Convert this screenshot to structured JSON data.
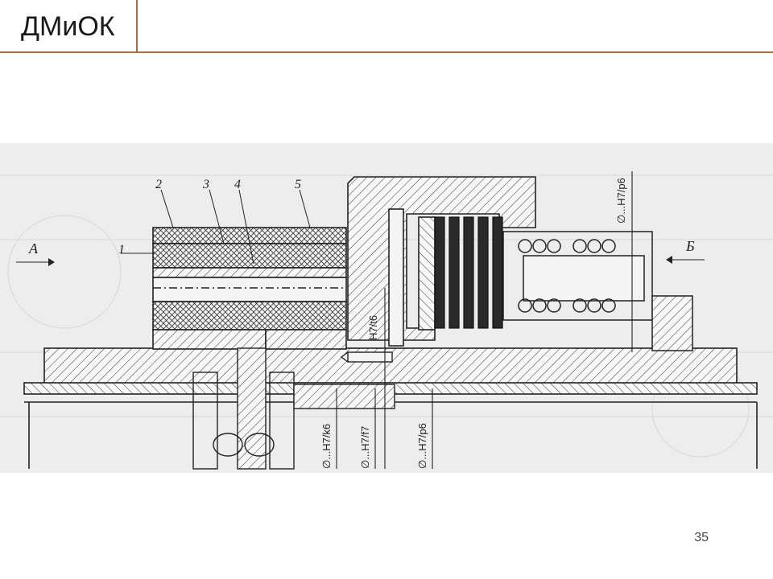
{
  "slide": {
    "title": "ДМиОК",
    "page_number": "35"
  },
  "drawing": {
    "part_labels": [
      "1",
      "2",
      "3",
      "4",
      "5"
    ],
    "view_labels": {
      "left": "А",
      "right": "Б"
    },
    "fit_labels": {
      "top_right": "∅...H7/p6",
      "pin": "H7/t6",
      "bottom_1": "∅...H7/k6",
      "bottom_2": "∅...H7/f7",
      "bottom_3": "∅...H7/p6"
    }
  }
}
